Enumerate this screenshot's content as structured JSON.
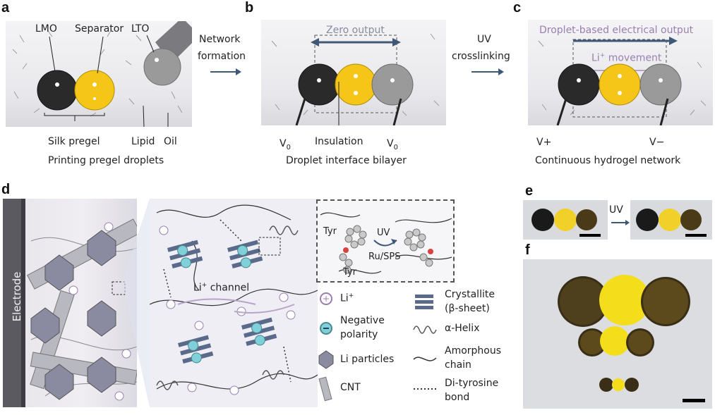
{
  "panels": {
    "a": {
      "label": "a",
      "droplet_labels": [
        "LMO",
        "Separator",
        "LTO"
      ],
      "bottom_labels": [
        "Silk pregel",
        "Lipid",
        "Oil"
      ],
      "caption": "Printing pregel droplets"
    },
    "arrow_ab": {
      "line1": "Network",
      "line2": "formation"
    },
    "b": {
      "label": "b",
      "top_label": "Zero output",
      "insulation": "Insulation",
      "v_left": "V",
      "v_right": "V",
      "v_sub": "0",
      "caption": "Droplet interface bilayer"
    },
    "arrow_bc": {
      "line1": "UV",
      "line2": "crosslinking"
    },
    "c": {
      "label": "c",
      "top_label": "Droplet-based electrical output",
      "movement_prefix": "Li",
      "movement_sup": "+",
      "movement_suffix": " movement",
      "v_plus": "V+",
      "v_minus": "V−",
      "caption": "Continuous hydrogel network"
    },
    "d": {
      "label": "d",
      "electrode": "Electrode",
      "channel_prefix": "Li",
      "channel_sup": "+",
      "channel_suffix": " channel",
      "inset": {
        "tyr_top": "Tyr",
        "tyr_bottom": "Tyr",
        "uv": "UV",
        "catalyst": "Ru/SPS"
      },
      "legend": {
        "li_ion": "Li",
        "li_sup": "+",
        "negative_1": "Negative",
        "negative_2": "polarity",
        "li_particles": "Li particles",
        "cnt": "CNT",
        "crystallite_1": "Crystallite",
        "crystallite_2": "(β-sheet)",
        "helix": "α-Helix",
        "amorphous_1": "Amorphous",
        "amorphous_2": "chain",
        "ditysosine_1": "Di-tyrosine",
        "ditysosine_2": "bond"
      }
    },
    "e": {
      "label": "e",
      "arrow_label": "UV"
    },
    "f": {
      "label": "f"
    }
  },
  "colors": {
    "lmo": "#2a2a2a",
    "separator": "#f5c518",
    "lto": "#9a9a9a",
    "arrow": "#3e5878",
    "purple": "#9a7fb0",
    "background_gray": "#eeeef0"
  }
}
